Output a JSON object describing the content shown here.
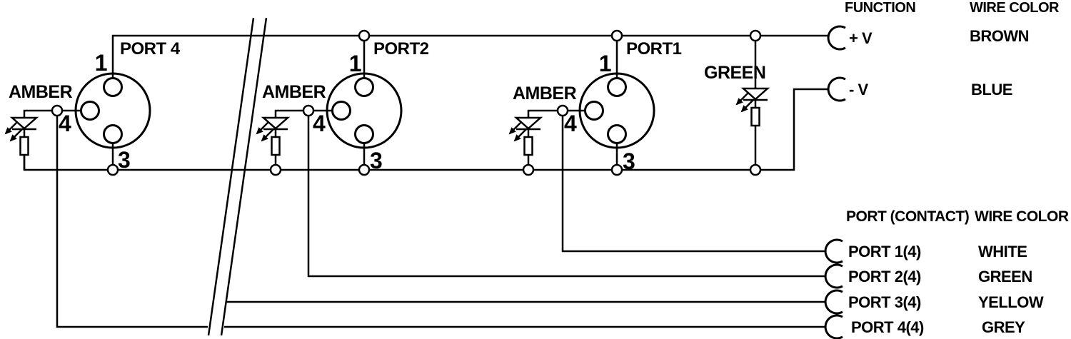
{
  "diagram": {
    "ports": [
      {
        "name": "PORT 4",
        "pin_top": "1",
        "pin_left": "4",
        "pin_bottom": "3",
        "led": "AMBER"
      },
      {
        "name": "PORT2",
        "pin_top": "1",
        "pin_left": "4",
        "pin_bottom": "3",
        "led": "AMBER"
      },
      {
        "name": "PORT1",
        "pin_top": "1",
        "pin_left": "4",
        "pin_bottom": "3",
        "led": "AMBER"
      }
    ],
    "power_indicator_led": "GREEN"
  },
  "function_table": {
    "col_function": "FUNCTION",
    "col_wire": "WIRE COLOR",
    "rows": [
      {
        "function": "+ V",
        "wire": "BROWN"
      },
      {
        "function": "- V",
        "wire": "BLUE"
      }
    ]
  },
  "contact_table": {
    "col_port": "PORT (CONTACT)",
    "col_wire": "WIRE COLOR",
    "rows": [
      {
        "port": "PORT 1(4)",
        "wire": "WHITE"
      },
      {
        "port": "PORT 2(4)",
        "wire": "GREEN"
      },
      {
        "port": "PORT 3(4)",
        "wire": "YELLOW"
      },
      {
        "port": "PORT 4(4)",
        "wire": "GREY"
      }
    ]
  },
  "colors": {
    "line": "#000000",
    "background": "#ffffff"
  }
}
